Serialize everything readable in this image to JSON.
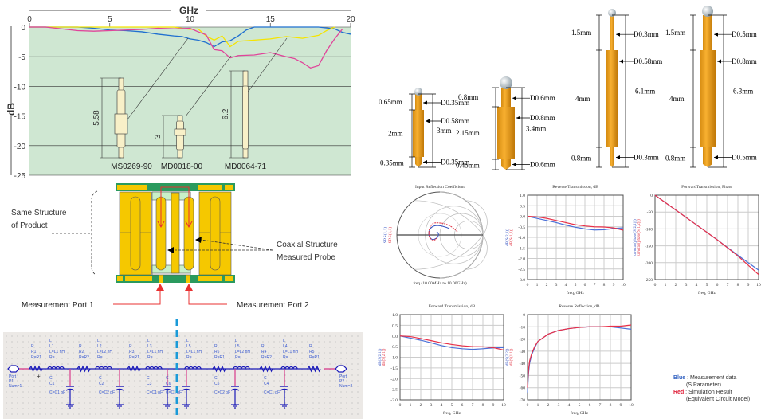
{
  "main_chart": {
    "title": "GHz",
    "ylabel": "dB",
    "x_ticks": [
      "0",
      "5",
      "10",
      "15",
      "20"
    ],
    "y_ticks": [
      "0",
      "-5",
      "-10",
      "-15",
      "-20",
      "-25"
    ],
    "probes": [
      {
        "name": "MS0269-90",
        "length": "5.58"
      },
      {
        "name": "MD0018-00",
        "length": "3"
      },
      {
        "name": "MD0064-71",
        "length": "6.2"
      }
    ],
    "colors": {
      "blue": "#1f6fd0",
      "yellow": "#f5e400",
      "pink": "#e0449a",
      "bg": "#cfe7d2"
    }
  },
  "structure_diagram": {
    "label_left_line1": "Same Structure",
    "label_left_line2": "of Product",
    "label_right_line1": "Coaxial  Structure",
    "label_right_line2": "Measured Probe",
    "port1": "Measurement Port 1",
    "port2": "Measurement Port 2"
  },
  "circuit": {
    "port_left": {
      "type": "Port",
      "name": "P1",
      "num": "Num=1"
    },
    "port_right": {
      "type": "Port",
      "name": "P2",
      "num": "Num=2"
    },
    "resistors": [
      {
        "type": "R",
        "name": "R1",
        "value": "R=R1"
      },
      {
        "type": "R",
        "name": "R2",
        "value": "R=R2"
      },
      {
        "type": "R",
        "name": "R3",
        "value": "R=R1"
      },
      {
        "type": "R",
        "name": "R6",
        "value": "R=R1"
      },
      {
        "type": "R",
        "name": "R4",
        "value": "R=R2"
      },
      {
        "type": "R",
        "name": "R5",
        "value": "R=R1"
      }
    ],
    "inductors": [
      {
        "type": "L",
        "name": "L1",
        "value": "L=L1 nH",
        "r": "R="
      },
      {
        "type": "L",
        "name": "L2",
        "value": "L=L2 nH",
        "r": "R="
      },
      {
        "type": "L",
        "name": "L3",
        "value": "L=L1 nH",
        "r": "R="
      },
      {
        "type": "L",
        "name": "L5",
        "value": "L=L1 nH",
        "r": "R="
      },
      {
        "type": "L",
        "name": "L5",
        "value": "L=L2 nH",
        "r": "R="
      },
      {
        "type": "L",
        "name": "L4",
        "value": "L=L1 nH",
        "r": "R="
      }
    ],
    "capacitors": [
      {
        "type": "C",
        "name": "C1",
        "value": "C=C1 pF"
      },
      {
        "type": "C",
        "name": "C2",
        "value": "C=C2 pF"
      },
      {
        "type": "C",
        "name": "C3",
        "value": "C=C1 pF"
      },
      {
        "type": "C",
        "name": "C6",
        "value": "C=C1 pF"
      },
      {
        "type": "C",
        "name": "C5",
        "value": "C=C2 pF"
      },
      {
        "type": "C",
        "name": "C4",
        "value": "C=C1 pF"
      }
    ]
  },
  "pins": [
    {
      "top_len": "0.65mm",
      "body_len": "2mm",
      "tip_len": "0.35mm",
      "total": "3mm",
      "d_top": "D0.35mm",
      "d_body": "D0.58mm",
      "d_tip": "D0.35mm"
    },
    {
      "top_len": "0.8mm",
      "body_len": "2.15mm",
      "tip_len": "0.45mm",
      "total": "3.4mm",
      "d_top": "D0.6mm",
      "d_body": "D0.8mm",
      "d_tip": "D0.6mm"
    },
    {
      "top_len": "1.5mm",
      "body_len": "4mm",
      "tip_len": "0.8mm",
      "total": "6.1mm",
      "d_top": "D0.3mm",
      "d_body": "D0.58mm",
      "d_tip": "D0.3mm"
    },
    {
      "top_len": "1.5mm",
      "body_len": "4mm",
      "tip_len": "0.8mm",
      "total": "6.3mm",
      "d_top": "D0.5mm",
      "d_body": "D0.8mm",
      "d_tip": "D0.5mm"
    }
  ],
  "legend": {
    "blue_label": "Blue",
    "blue_text": " : Measurement data",
    "blue_sub": "(S Parameter)",
    "red_label": "Red",
    "red_text": " : Simulation Result",
    "red_sub": "(Equivalent Circuit Model)"
  },
  "chart_data": [
    {
      "type": "line",
      "title": "GHz",
      "xlabel": "GHz",
      "ylabel": "dB",
      "xlim": [
        0,
        20
      ],
      "ylim": [
        -25,
        0
      ],
      "x_ticks": [
        0,
        5,
        10,
        15,
        20
      ],
      "y_ticks": [
        0,
        -5,
        -10,
        -15,
        -20,
        -25
      ],
      "grid": true,
      "series": [
        {
          "name": "MS0269-90",
          "color": "blue",
          "x": [
            0,
            1,
            2,
            3,
            4,
            5,
            6,
            7,
            8,
            9,
            9.5,
            10,
            10.5,
            11,
            11.5,
            12,
            12.5,
            13,
            13.5,
            14,
            15,
            16,
            17,
            18,
            19,
            19.5,
            20
          ],
          "y": [
            0,
            0,
            0,
            0,
            -0.2,
            -0.5,
            -0.6,
            -0.8,
            -1.2,
            -1.5,
            -1.6,
            -2.0,
            -2.2,
            -2.6,
            -3.3,
            -2.5,
            -2.3,
            -1.5,
            -0.5,
            0,
            0,
            0,
            0,
            0,
            -0.3,
            -0.9,
            -1.2
          ]
        },
        {
          "name": "MD0018-00",
          "color": "yellow",
          "x": [
            0,
            2,
            4,
            6,
            8,
            9,
            10,
            10.5,
            11,
            11.5,
            12,
            12.5,
            13,
            14,
            15,
            16,
            17,
            18,
            18.5,
            19
          ],
          "y": [
            0,
            0,
            0,
            0,
            0,
            0,
            -0.4,
            -0.3,
            -1.5,
            -2.2,
            -1.5,
            -3.3,
            -2.4,
            -2.2,
            -2.0,
            -1.6,
            -1.9,
            -1.4,
            -0.6,
            0
          ]
        },
        {
          "name": "MD0064-71",
          "color": "pink",
          "x": [
            0,
            1,
            2,
            3,
            4,
            5,
            6,
            7,
            8,
            9,
            10,
            10.5,
            11,
            11.5,
            12,
            12.5,
            13,
            14,
            15,
            16,
            16.5,
            17,
            17.5,
            18,
            18.5,
            19,
            19.5
          ],
          "y": [
            0,
            0,
            -0.3,
            -0.6,
            -0.7,
            -0.6,
            -0.5,
            -0.4,
            -0.2,
            -0.3,
            -0.2,
            -0.8,
            -1.3,
            -3.8,
            -4.0,
            -5.2,
            -4.8,
            -4.7,
            -4.3,
            -5.0,
            -5.3,
            -6.0,
            -6.9,
            -6.5,
            -4.0,
            -2.0,
            -0.3
          ]
        }
      ]
    },
    {
      "type": "scatter",
      "title": "Input Reflection Coefficient",
      "xlabel": "freq (10.00MHz to 10.00GHz)",
      "ylabel": "SP.S(1,1)",
      "series": [
        {
          "name": "SP.S(1,1)",
          "color": "blue"
        },
        {
          "name": "SP.S(1,1)",
          "color": "red"
        }
      ]
    },
    {
      "type": "line",
      "title": "Reverse Transmission, dB",
      "xlabel": "freq, GHz",
      "ylabel": "dB(S(1,2))",
      "xlim": [
        0,
        10
      ],
      "ylim": [
        -3.0,
        1.0
      ],
      "x_ticks": [
        0,
        1,
        2,
        3,
        4,
        5,
        6,
        7,
        8,
        9,
        10
      ],
      "y_ticks": [
        "1.0",
        "0.5",
        "0.0",
        "-0.5",
        "-1.0",
        "-1.5",
        "-2.0",
        "-2.5",
        "-3.0"
      ],
      "grid": true,
      "series": [
        {
          "name": "dB(S(2,1))",
          "color": "blue",
          "x": [
            0,
            1,
            2,
            3,
            4,
            5,
            6,
            7,
            8,
            9,
            10
          ],
          "y": [
            0,
            -0.1,
            -0.2,
            -0.3,
            -0.42,
            -0.52,
            -0.6,
            -0.65,
            -0.64,
            -0.58,
            -0.55
          ]
        },
        {
          "name": "dB(S(1,2))",
          "color": "red",
          "x": [
            0,
            1,
            2,
            3,
            4,
            5,
            6,
            7,
            8,
            9,
            10
          ],
          "y": [
            0,
            -0.03,
            -0.1,
            -0.2,
            -0.3,
            -0.4,
            -0.46,
            -0.5,
            -0.51,
            -0.55,
            -0.66
          ]
        }
      ]
    },
    {
      "type": "line",
      "title": "ForwardTransmission, Phase",
      "xlabel": "freq, GHz",
      "ylabel": "unwrap(phase(S(2,1)))",
      "xlim": [
        0,
        10
      ],
      "ylim": [
        -250,
        0
      ],
      "x_ticks": [
        0,
        1,
        2,
        3,
        4,
        5,
        6,
        7,
        8,
        9,
        10
      ],
      "y_ticks": [
        "0",
        "-50",
        "-100",
        "-150",
        "-200",
        "-250"
      ],
      "grid": true,
      "series": [
        {
          "name": "unwrap(phase(S(2,1)))",
          "color": "blue",
          "x": [
            0,
            2,
            4,
            6,
            8,
            10
          ],
          "y": [
            0,
            -44,
            -88,
            -132,
            -178,
            -222
          ]
        },
        {
          "name": "unwrap(phase(S(1,2)))",
          "color": "red",
          "x": [
            0,
            2,
            4,
            6,
            8,
            10
          ],
          "y": [
            0,
            -44,
            -88,
            -132,
            -180,
            -235
          ]
        }
      ]
    },
    {
      "type": "line",
      "title": "Forward Transmission, dB",
      "xlabel": "freq, GHz",
      "ylabel": "dB(S(2,1))",
      "xlim": [
        0,
        10
      ],
      "ylim": [
        -3.0,
        1.0
      ],
      "x_ticks": [
        0,
        1,
        2,
        3,
        4,
        5,
        6,
        7,
        8,
        9,
        10
      ],
      "y_ticks": [
        "1.0",
        "0.5",
        "0.0",
        "-0.5",
        "-1.0",
        "-1.5",
        "-2.0",
        "-2.5",
        "-3.0"
      ],
      "grid": true,
      "series": [
        {
          "name": "dB(S(2,1))",
          "color": "blue",
          "x": [
            0,
            1,
            2,
            3,
            4,
            5,
            6,
            7,
            8,
            9,
            10
          ],
          "y": [
            0,
            -0.1,
            -0.2,
            -0.32,
            -0.45,
            -0.55,
            -0.6,
            -0.63,
            -0.6,
            -0.56,
            -0.55
          ]
        },
        {
          "name": "dB(S(2,1))",
          "color": "red",
          "x": [
            0,
            1,
            2,
            3,
            4,
            5,
            6,
            7,
            8,
            9,
            10
          ],
          "y": [
            0,
            -0.03,
            -0.12,
            -0.22,
            -0.32,
            -0.4,
            -0.46,
            -0.5,
            -0.51,
            -0.55,
            -0.66
          ]
        }
      ]
    },
    {
      "type": "line",
      "title": "Reverse Reflection, dB",
      "xlabel": "freq, GHz",
      "ylabel": "dB(S(2,2))",
      "xlim": [
        0,
        10
      ],
      "ylim": [
        -70,
        0
      ],
      "x_ticks": [
        0,
        1,
        2,
        3,
        4,
        5,
        6,
        7,
        8,
        9,
        10
      ],
      "y_ticks": [
        "0",
        "-10",
        "-20",
        "-30",
        "-40",
        "-50",
        "-60",
        "-70"
      ],
      "grid": true,
      "series": [
        {
          "name": "dB(S(2,2))",
          "color": "blue",
          "x": [
            0,
            0.05,
            0.1,
            0.2,
            0.4,
            0.7,
            1,
            1.5,
            2,
            3,
            4,
            5,
            6,
            7,
            8,
            9,
            10
          ],
          "y": [
            -64,
            -55,
            -48,
            -40,
            -33,
            -27,
            -22,
            -19,
            -16,
            -13,
            -11.5,
            -10.5,
            -10,
            -10,
            -10,
            -11,
            -12
          ]
        },
        {
          "name": "dB(S(1,1))",
          "color": "red",
          "x": [
            0,
            0.05,
            0.1,
            0.2,
            0.4,
            0.7,
            1,
            1.5,
            2,
            3,
            4,
            5,
            6,
            7,
            8,
            9,
            10
          ],
          "y": [
            -60,
            -52,
            -45,
            -38,
            -32,
            -26,
            -22,
            -19,
            -16,
            -13,
            -11.5,
            -10.5,
            -10,
            -10,
            -9.5,
            -9.5,
            -8.5
          ]
        }
      ]
    }
  ]
}
